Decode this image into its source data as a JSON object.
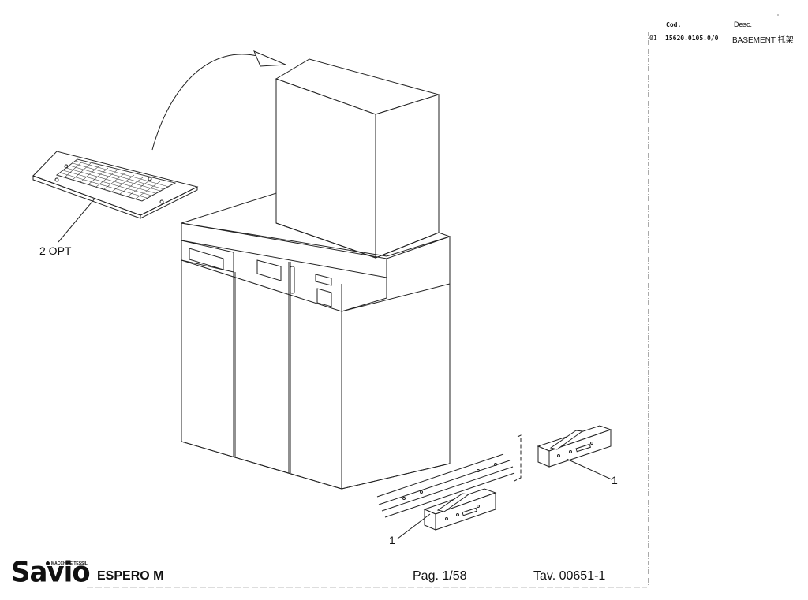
{
  "parts_table": {
    "headers": {
      "code": "Cod.",
      "description": "Desc."
    },
    "rows": [
      {
        "position": "01",
        "code": "15620.0105.0/0",
        "description": "BASEMENT 托架"
      }
    ]
  },
  "callouts": {
    "filter_option": "2 OPT",
    "bracket_right": "1",
    "bracket_left": "1"
  },
  "footer": {
    "logo_small": "MACCHINE TESSILI",
    "logo_main": "Savio",
    "model": "ESPERO M",
    "page": "Pag. 1/58",
    "table": "Tav. 00651-1"
  }
}
